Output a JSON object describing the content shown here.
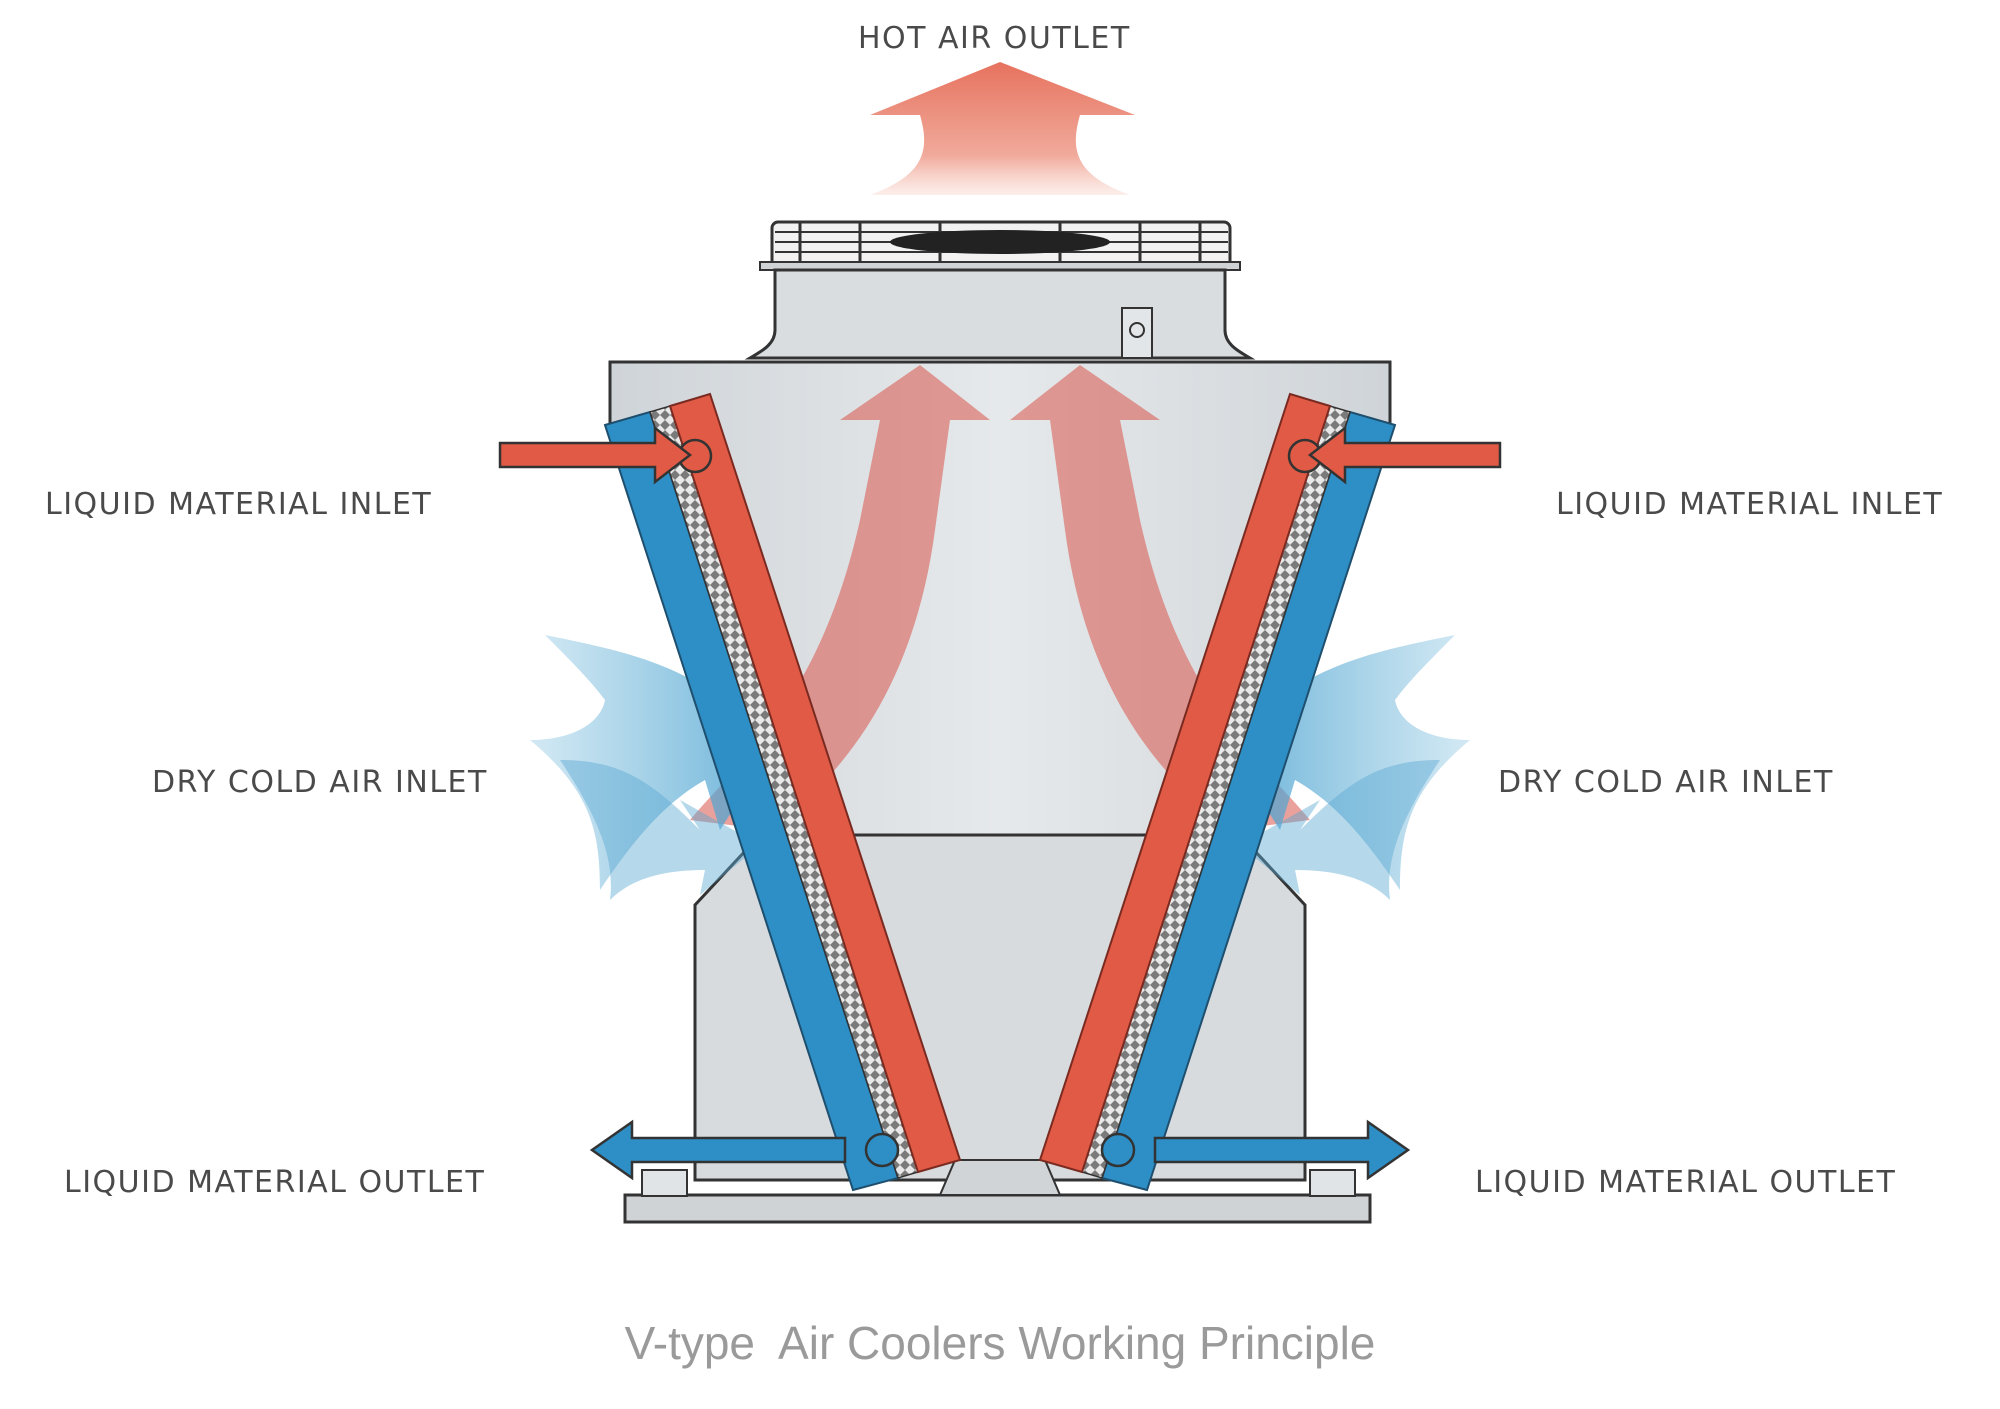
{
  "labels": {
    "hot_air_outlet": "HOT AIR OUTLET",
    "liquid_inlet_left": "LIQUID MATERIAL INLET",
    "liquid_inlet_right": "LIQUID MATERIAL INLET",
    "cold_air_inlet_left": "DRY COLD AIR INLET",
    "cold_air_inlet_right": "DRY COLD AIR INLET",
    "liquid_outlet_left": "LIQUID MATERIAL OUTLET",
    "liquid_outlet_right": "LIQUID MATERIAL OUTLET"
  },
  "caption": "V-type  Air Coolers Working Principle",
  "colors": {
    "hot": "#e05a45",
    "cold": "#2e8fc6",
    "body": "#dfe3e6",
    "outline": "#3a3a3a",
    "label_text": "#4a4a4a",
    "caption_text": "#9a9a9a"
  },
  "icons": {
    "fan": "fan-icon",
    "hot_arrow": "hot-air-arrow-icon",
    "cold_arrow": "cold-air-arrow-icon"
  }
}
